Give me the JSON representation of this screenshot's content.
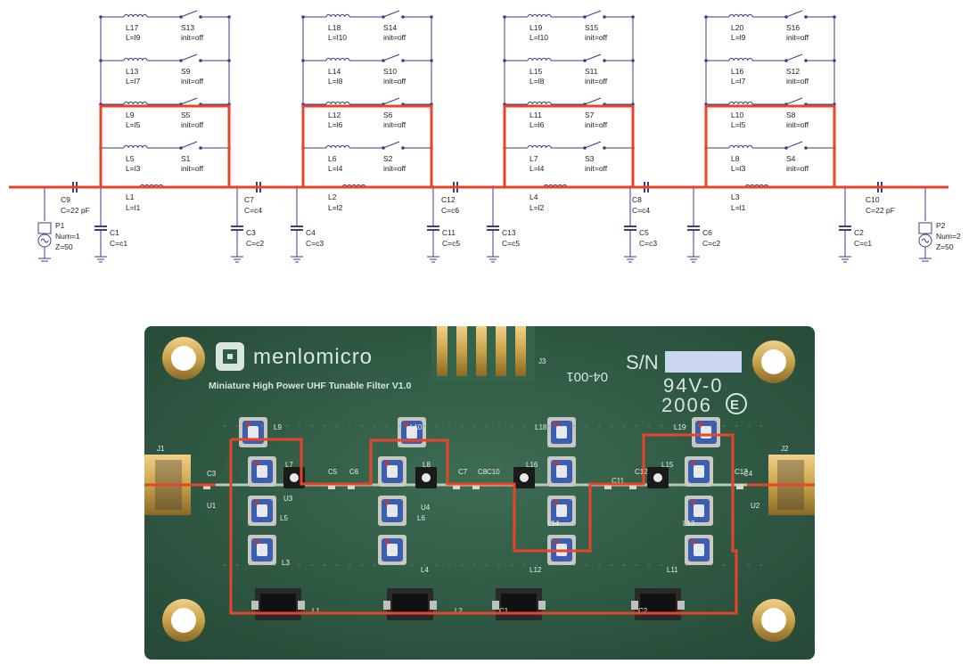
{
  "schematic": {
    "cells": [
      {
        "parallel": [
          {
            "inductor": {
              "name": "L17",
              "value": "L=l9"
            },
            "switch": {
              "name": "S13",
              "value": "init=off"
            }
          },
          {
            "inductor": {
              "name": "L13",
              "value": "L=l7"
            },
            "switch": {
              "name": "S9",
              "value": "init=off"
            }
          },
          {
            "inductor": {
              "name": "L9",
              "value": "L=l5"
            },
            "switch": {
              "name": "S5",
              "value": "init=off"
            }
          },
          {
            "inductor": {
              "name": "L5",
              "value": "L=l3"
            },
            "switch": {
              "name": "S1",
              "value": "init=off"
            }
          }
        ],
        "base": {
          "name": "L1",
          "value": "L=l1"
        }
      },
      {
        "parallel": [
          {
            "inductor": {
              "name": "L18",
              "value": "L=l10"
            },
            "switch": {
              "name": "S14",
              "value": "init=off"
            }
          },
          {
            "inductor": {
              "name": "L14",
              "value": "L=l8"
            },
            "switch": {
              "name": "S10",
              "value": "init=off"
            }
          },
          {
            "inductor": {
              "name": "L12",
              "value": "L=l6"
            },
            "switch": {
              "name": "S6",
              "value": "init=off"
            }
          },
          {
            "inductor": {
              "name": "L6",
              "value": "L=l4"
            },
            "switch": {
              "name": "S2",
              "value": "init=off"
            }
          }
        ],
        "base": {
          "name": "L2",
          "value": "L=l2"
        }
      },
      {
        "parallel": [
          {
            "inductor": {
              "name": "L19",
              "value": "L=l10"
            },
            "switch": {
              "name": "S15",
              "value": "init=off"
            }
          },
          {
            "inductor": {
              "name": "L15",
              "value": "L=l8"
            },
            "switch": {
              "name": "S11",
              "value": "init=off"
            }
          },
          {
            "inductor": {
              "name": "L11",
              "value": "L=l6"
            },
            "switch": {
              "name": "S7",
              "value": "init=off"
            }
          },
          {
            "inductor": {
              "name": "L7",
              "value": "L=l4"
            },
            "switch": {
              "name": "S3",
              "value": "init=off"
            }
          }
        ],
        "base": {
          "name": "L4",
          "value": "L=l2"
        }
      },
      {
        "parallel": [
          {
            "inductor": {
              "name": "L20",
              "value": "L=l9"
            },
            "switch": {
              "name": "S16",
              "value": "init=off"
            }
          },
          {
            "inductor": {
              "name": "L16",
              "value": "L=l7"
            },
            "switch": {
              "name": "S12",
              "value": "init=off"
            }
          },
          {
            "inductor": {
              "name": "L10",
              "value": "L=l5"
            },
            "switch": {
              "name": "S8",
              "value": "init=off"
            }
          },
          {
            "inductor": {
              "name": "L8",
              "value": "L=l3"
            },
            "switch": {
              "name": "S4",
              "value": "init=off"
            }
          }
        ],
        "base": {
          "name": "L3",
          "value": "L=l1"
        }
      }
    ],
    "series_caps": [
      {
        "name": "C9",
        "value": "C=22 pF"
      },
      {
        "name": "C7",
        "value": "C=c4"
      },
      {
        "name": "C12",
        "value": "C=c6"
      },
      {
        "name": "C8",
        "value": "C=c4"
      },
      {
        "name": "C10",
        "value": "C=22 pF"
      }
    ],
    "shunt_caps": [
      {
        "name": "C1",
        "value": "C=c1"
      },
      {
        "name": "C3",
        "value": "C=c2"
      },
      {
        "name": "C4",
        "value": "C=c3"
      },
      {
        "name": "C11",
        "value": "C=c5"
      },
      {
        "name": "C13",
        "value": "C=c5"
      },
      {
        "name": "C5",
        "value": "C=c3"
      },
      {
        "name": "C6",
        "value": "C=c2"
      },
      {
        "name": "C2",
        "value": "C=c1"
      }
    ],
    "ports": [
      {
        "name": "P1",
        "num": "Num=1",
        "z": "Z=50"
      },
      {
        "name": "P2",
        "num": "Num=2",
        "z": "Z=50"
      }
    ],
    "colors": {
      "wire": "#3a3f8a",
      "highlight": "#e8442a",
      "text": "#222222"
    }
  },
  "pcb": {
    "brand": "menlomicro",
    "subtitle": "Miniature  High Power UHF Tunable Filter V1.0",
    "sn_label": "S/N",
    "part_code": "04-001",
    "rating": "94V-0",
    "year": "2006",
    "connector_labels": [
      "J1",
      "J2",
      "J3"
    ],
    "silk_labels": [
      "L9",
      "L10",
      "L18",
      "L19",
      "L7",
      "L8",
      "L16",
      "L15",
      "L5",
      "L6",
      "L14",
      "L13",
      "L3",
      "L4",
      "L12",
      "L11",
      "L1",
      "L2",
      "C1",
      "C2",
      "C3",
      "C4",
      "C5",
      "C6",
      "C7",
      "C8",
      "C10",
      "C11",
      "C12",
      "C13",
      "U1",
      "U2",
      "U3",
      "U4"
    ],
    "colors": {
      "board": "#2f5a43",
      "gold": "#c9a24a",
      "overlay": "#e8442a"
    }
  }
}
